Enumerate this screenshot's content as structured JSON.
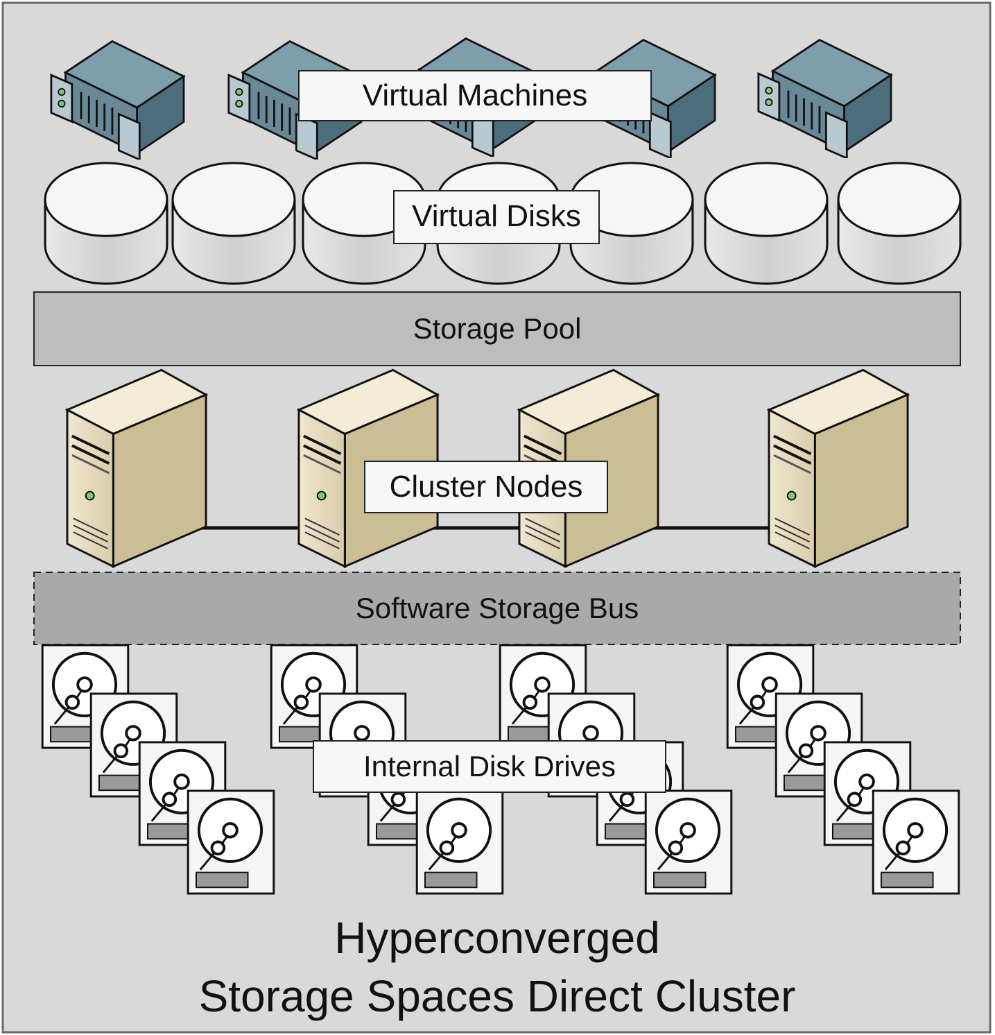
{
  "labels": {
    "virtual_machines": "Virtual Machines",
    "virtual_disks": "Virtual Disks",
    "storage_pool": "Storage Pool",
    "cluster_nodes": "Cluster Nodes",
    "software_storage_bus": "Software Storage Bus",
    "internal_disk_drives": "Internal Disk Drives"
  },
  "caption": {
    "line1": "Hyperconverged",
    "line2": "Storage Spaces Direct Cluster"
  },
  "colors": {
    "background": "#d9d9d9",
    "storage_pool": "#bdbdbd",
    "software_storage_bus": "#a9a9a9",
    "server_rack": "#5d7c8c",
    "tower_server": "#e9dfc4",
    "disk": "#f2f2f2"
  },
  "icons": {
    "virtual_machine": "rack-server-icon",
    "virtual_disk": "disk-cylinder-icon",
    "cluster_node": "tower-server-icon",
    "disk_drive": "hard-drive-icon"
  }
}
